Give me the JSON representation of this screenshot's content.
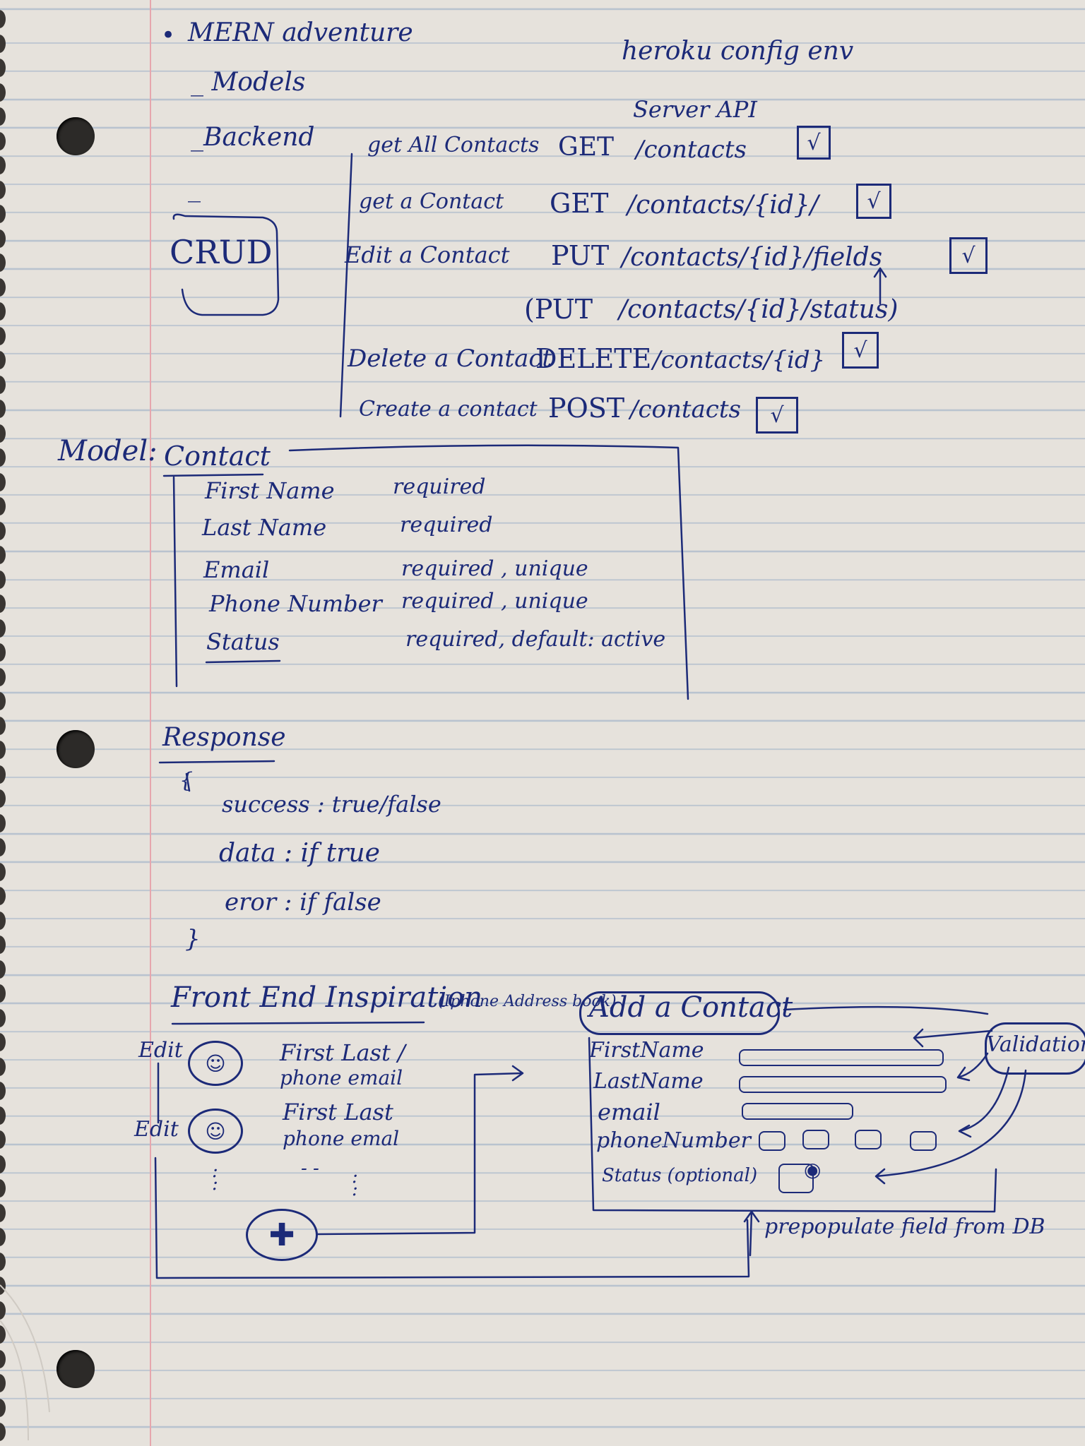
{
  "header": {
    "title": "MERN adventure",
    "items": [
      "_ Models",
      "_Backend",
      "_"
    ],
    "crud": "CRUD",
    "heroku": "heroku config env",
    "server_api": "Server API"
  },
  "api": [
    {
      "label": "get All Contacts",
      "method": "GET",
      "path": "/contacts",
      "check": "√"
    },
    {
      "label": "get a Contact",
      "method": "GET",
      "path": "/contacts/{id}/",
      "check": "√"
    },
    {
      "label": "Edit a Contact",
      "method": "PUT",
      "path": "/contacts/{id}/fields",
      "check": "√"
    },
    {
      "label": "",
      "method": "(PUT",
      "path": "/contacts/{id}/status)",
      "check": ""
    },
    {
      "label": "Delete a Contact",
      "method": "DELETE",
      "path": "/contacts/{id}",
      "check": "√"
    },
    {
      "label": "Create a contact",
      "method": "POST",
      "path": "/contacts",
      "check": "√"
    }
  ],
  "model": {
    "label": "Model:",
    "name": "Contact",
    "fields": [
      {
        "name": "First Name",
        "rule": "required"
      },
      {
        "name": "Last Name",
        "rule": "required"
      },
      {
        "name": "Email",
        "rule": "required , unique"
      },
      {
        "name": "Phone Number",
        "rule": "required , unique"
      },
      {
        "name": "Status",
        "rule": "required, default: active"
      }
    ]
  },
  "response": {
    "title": "Response",
    "open": "{",
    "lines": [
      "success : true/false",
      "data : if true",
      "eror : if false"
    ],
    "close": "}"
  },
  "frontend": {
    "title": "Front End Inspiration",
    "note": "(Iphone Address book)",
    "edit_label": "Edit",
    "contacts": [
      {
        "line1": "First Last /",
        "line2": "phone email"
      },
      {
        "line1": "First Last",
        "line2": "phone emal"
      }
    ],
    "dots": "- -",
    "add_form": {
      "title": "Add a Contact",
      "fields": [
        "FirstName",
        "LastName",
        "email",
        "phoneNumber",
        "Status (optional)"
      ]
    },
    "validation": "Validation",
    "prepopulate": "prepopulate field from DB"
  }
}
